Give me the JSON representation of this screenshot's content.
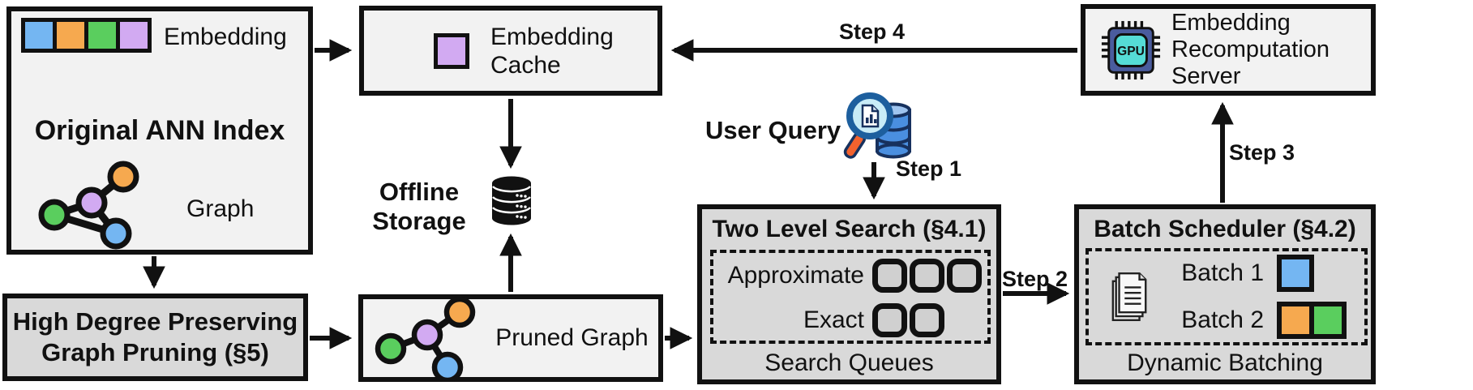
{
  "palette": {
    "blue": "#74b6f2",
    "orange": "#f6a94f",
    "green": "#5ace5e",
    "purple": "#d2aaf2",
    "light_box": "#f2f2f2",
    "gray_box": "#d9d9d9",
    "ink": "#111111",
    "db_blue": "#4a8fe0",
    "lens_fill": "#c8ecf7",
    "lens_rim": "#1d5f9e",
    "handle_orange": "#f2622e",
    "chip_body": "#4a5c9e",
    "chip_core": "#55dcd6"
  },
  "original_index": {
    "embedding_label": "Embedding",
    "title": "Original ANN Index",
    "graph_label": "Graph",
    "embedding_colors": [
      "#74b6f2",
      "#f6a94f",
      "#5ace5e",
      "#d2aaf2"
    ]
  },
  "embedding_cache": {
    "label": "Embedding\nCache"
  },
  "offline_storage": {
    "label": "Offline\nStorage"
  },
  "user_query": {
    "label": "User Query"
  },
  "steps": {
    "step1": "Step 1",
    "step2": "Step 2",
    "step3": "Step 3",
    "step4": "Step 4"
  },
  "two_level_search": {
    "title": "Two Level Search (§4.1)",
    "rows": [
      {
        "label": "Approximate",
        "queue_count": 3
      },
      {
        "label": "Exact",
        "queue_count": 2
      }
    ],
    "caption": "Search Queues"
  },
  "batch_scheduler": {
    "title": "Batch Scheduler (§4.2)",
    "batches": [
      {
        "label": "Batch 1",
        "colors": [
          "#74b6f2"
        ]
      },
      {
        "label": "Batch 2",
        "colors": [
          "#f6a94f",
          "#5ace5e"
        ]
      }
    ],
    "caption": "Dynamic Batching"
  },
  "recomputation_server": {
    "label": "Embedding\nRecomputation\nServer",
    "chip_label": "GPU"
  },
  "graph_pruning": {
    "label": "High Degree Preserving\nGraph Pruning (§5)"
  },
  "pruned_graph": {
    "label": "Pruned Graph"
  }
}
